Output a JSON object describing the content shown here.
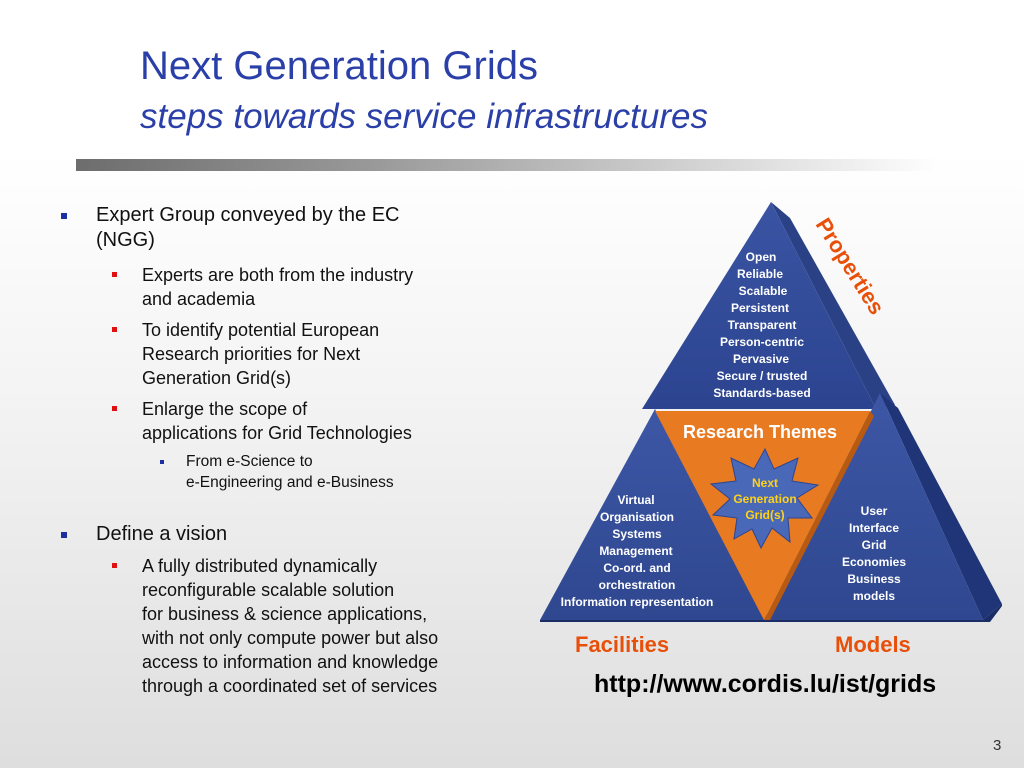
{
  "slide": {
    "title": "Next Generation Grids",
    "subtitle": "steps towards service infrastructures",
    "page_number": "3",
    "url": "http://www.cordis.lu/ist/grids"
  },
  "bullets": [
    {
      "level": 1,
      "lines": [
        "Expert Group conveyed by the EC",
        "(NGG)"
      ]
    },
    {
      "level": 2,
      "lines": [
        "Experts are both from the industry",
        "and academia"
      ]
    },
    {
      "level": 2,
      "lines": [
        "To identify potential European",
        "Research priorities for Next",
        "Generation Grid(s)"
      ]
    },
    {
      "level": 2,
      "lines": [
        "Enlarge the scope of",
        "applications for Grid Technologies"
      ]
    },
    {
      "level": 3,
      "lines": [
        "From e-Science to",
        "e-Engineering and e-Business"
      ]
    },
    {
      "level": 1,
      "lines": [
        "Define a vision"
      ]
    },
    {
      "level": 2,
      "lines": [
        "A fully distributed dynamically",
        "reconfigurable scalable solution",
        "for business & science applications,",
        "with not only compute power but also",
        "access to information and knowledge",
        "through a coordinated set of services"
      ]
    }
  ],
  "diagram": {
    "properties_label": "Properties",
    "research_themes_label": "Research Themes",
    "top_items": [
      "Open",
      "Reliable",
      "Scalable",
      "Persistent",
      "Transparent",
      "Person-centric",
      "Pervasive",
      "Secure / trusted",
      "Standards-based"
    ],
    "left_items": [
      "Virtual",
      "Organisation",
      "Systems",
      "Management",
      "Co-ord. and",
      "orchestration",
      "Information representation"
    ],
    "right_items": [
      "User",
      "Interface",
      "Grid",
      "Economies",
      "Business",
      "models"
    ],
    "center_items": [
      "Next",
      "Generation",
      "Grid(s)"
    ],
    "facilities_label": "Facilities",
    "models_label": "Models",
    "colors": {
      "blue_face": "#3d57a6",
      "blue_dark": "#23397a",
      "blue_side": "#2d4590",
      "orange": "#e87a22",
      "star": "#4a68b8",
      "accent_red": "#e8500a"
    }
  }
}
